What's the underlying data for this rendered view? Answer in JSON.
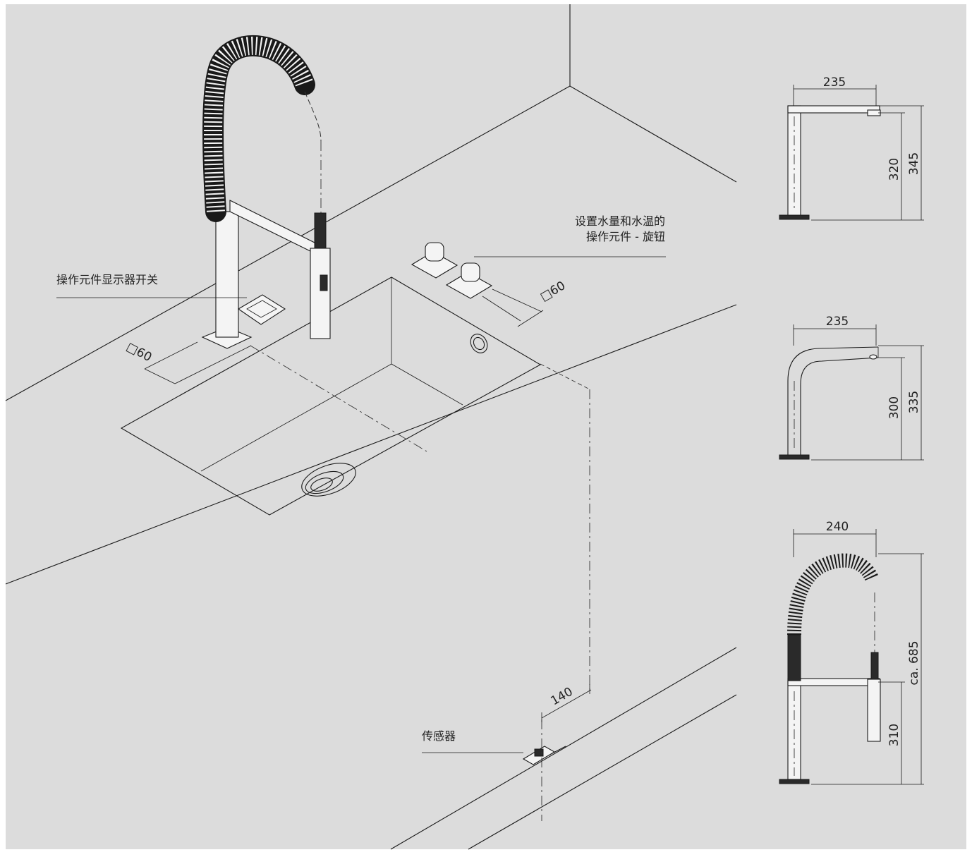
{
  "labels": {
    "knob_line1": "设置水量和水温的",
    "knob_line2": "操作元件 - 旋钮",
    "display_switch": "操作元件显示器开关",
    "sensor": "传感器"
  },
  "dims": {
    "base_left": "□60",
    "base_right": "□60",
    "sensor_offset": "140",
    "top_width": "235",
    "top_height_spout": "320",
    "top_height_total": "345",
    "mid_width": "235",
    "mid_height_spout": "300",
    "mid_height_total": "335",
    "bot_width": "240",
    "bot_height_spout": "310",
    "bot_height_total": "ca. 685"
  },
  "colors": {
    "background": "#dcdcdc",
    "frame": "#ffffff",
    "line": "#1a1a1a"
  }
}
